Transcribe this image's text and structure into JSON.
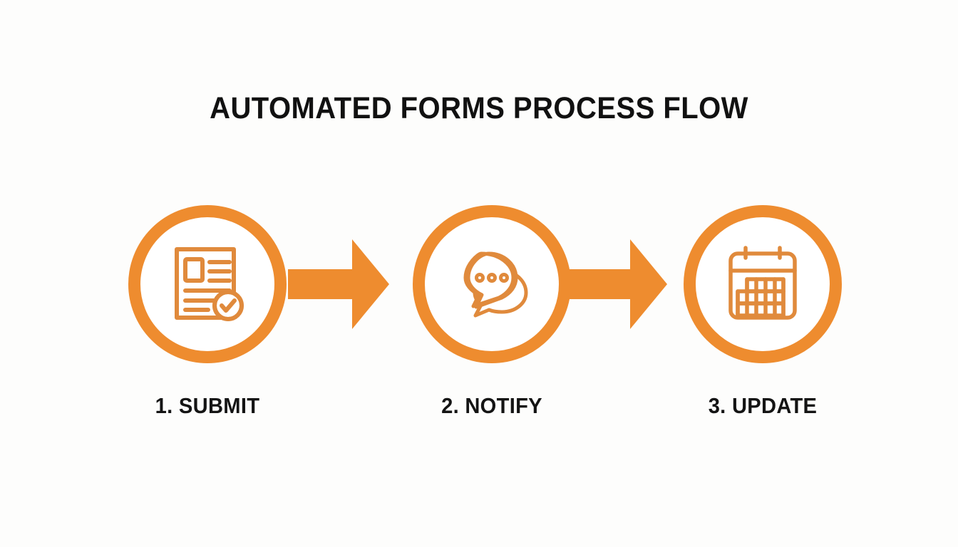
{
  "page": {
    "title": "AUTOMATED FORMS PROCESS FLOW",
    "background_color": "#fdfdfc",
    "accent_color": "#ee8c2f",
    "text_color": "#141414"
  },
  "flow": {
    "steps": [
      {
        "number": "1",
        "label": "1. SUBMIT",
        "icon": "document-check-icon",
        "icon_description": "Form document with checkmark badge"
      },
      {
        "number": "2",
        "label": "2. NOTIFY",
        "icon": "chat-bubbles-icon",
        "icon_description": "Two speech bubbles with typing dots"
      },
      {
        "number": "3",
        "label": "3. UPDATE",
        "icon": "calendar-icon",
        "icon_description": "Calendar with day grid"
      }
    ],
    "connectors": [
      {
        "icon": "arrow-right-icon",
        "from": "1. SUBMIT",
        "to": "2. NOTIFY"
      },
      {
        "icon": "arrow-right-icon",
        "from": "2. NOTIFY",
        "to": "3. UPDATE"
      }
    ]
  }
}
